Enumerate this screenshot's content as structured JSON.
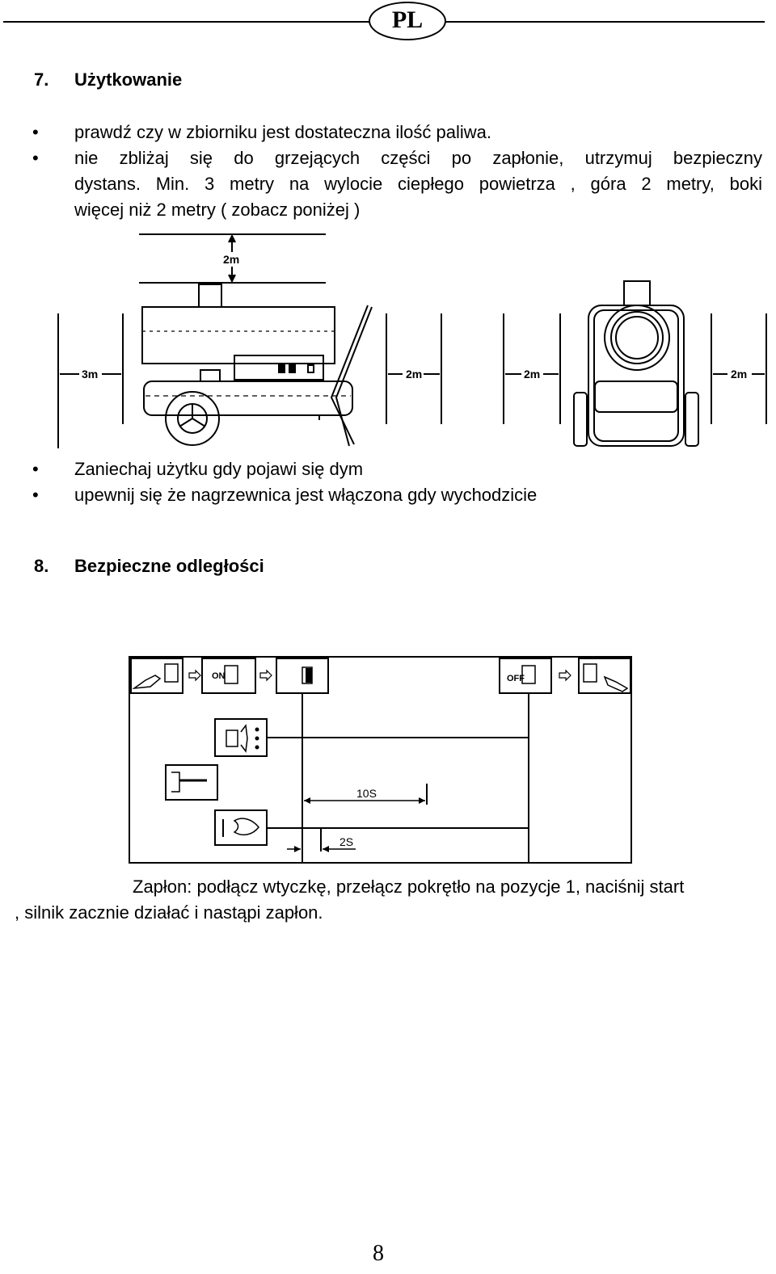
{
  "header": {
    "badge": "PL"
  },
  "section7": {
    "number": "7.",
    "title": "Użytkowanie",
    "bullets": [
      "prawdź  czy w zbiorniku jest dostateczna ilość paliwa.",
      "nie zbliżaj się do grzejących części po zapłonie, utrzymuj bezpieczny",
      "Zaniechaj użytku gdy pojawi się dym",
      "upewnij się że nagrzewnica jest włączona gdy wychodzicie"
    ],
    "bullet2_line2": "dystans. Min. 3 metry na wylocie ciepłego powietrza , góra 2 metry, boki",
    "bullet2_line3": "więcej niż 2 metry ( zobacz poniżej )"
  },
  "clearance_diagram": {
    "top_label": "2m",
    "rear_label": "3m",
    "front_label": "2m",
    "left_side_label": "2m",
    "right_side_label": "2m"
  },
  "section8": {
    "number": "8.",
    "title": "Bezpieczne odległości"
  },
  "timing_diagram": {
    "on_label": "ON",
    "off_label": "OFF",
    "time_long": "10S",
    "time_short": "2S"
  },
  "ignition": {
    "line1": "Zapłon: podłącz wtyczkę, przełącz pokrętło na pozycje 1, naciśnij start",
    "line2": ", silnik zacznie działać i nastąpi zapłon."
  },
  "footer": {
    "page_number": "8"
  }
}
